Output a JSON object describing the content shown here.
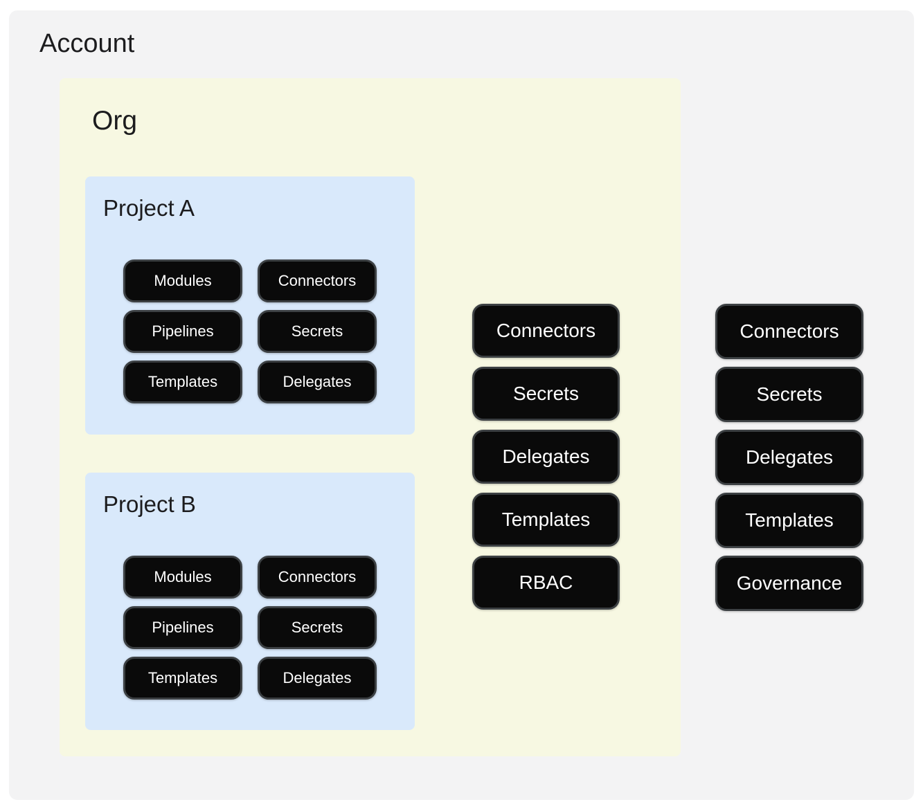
{
  "account": {
    "title": "Account",
    "pills": [
      "Connectors",
      "Secrets",
      "Delegates",
      "Templates",
      "Governance"
    ],
    "org": {
      "title": "Org",
      "pills": [
        "Connectors",
        "Secrets",
        "Delegates",
        "Templates",
        "RBAC"
      ],
      "projects": [
        {
          "title": "Project A",
          "pills": [
            "Modules",
            "Connectors",
            "Pipelines",
            "Secrets",
            "Templates",
            "Delegates"
          ]
        },
        {
          "title": "Project B",
          "pills": [
            "Modules",
            "Connectors",
            "Pipelines",
            "Secrets",
            "Templates",
            "Delegates"
          ]
        }
      ]
    }
  },
  "colors": {
    "account_bg": "#f3f3f4",
    "org_bg": "#f7f8e2",
    "project_bg": "#d9e9fb",
    "pill_bg": "#0a0a0a",
    "pill_border": "#3c4043",
    "pill_text": "#ffffff",
    "title_text": "#1c1c1e",
    "page_bg": "#ffffff"
  }
}
